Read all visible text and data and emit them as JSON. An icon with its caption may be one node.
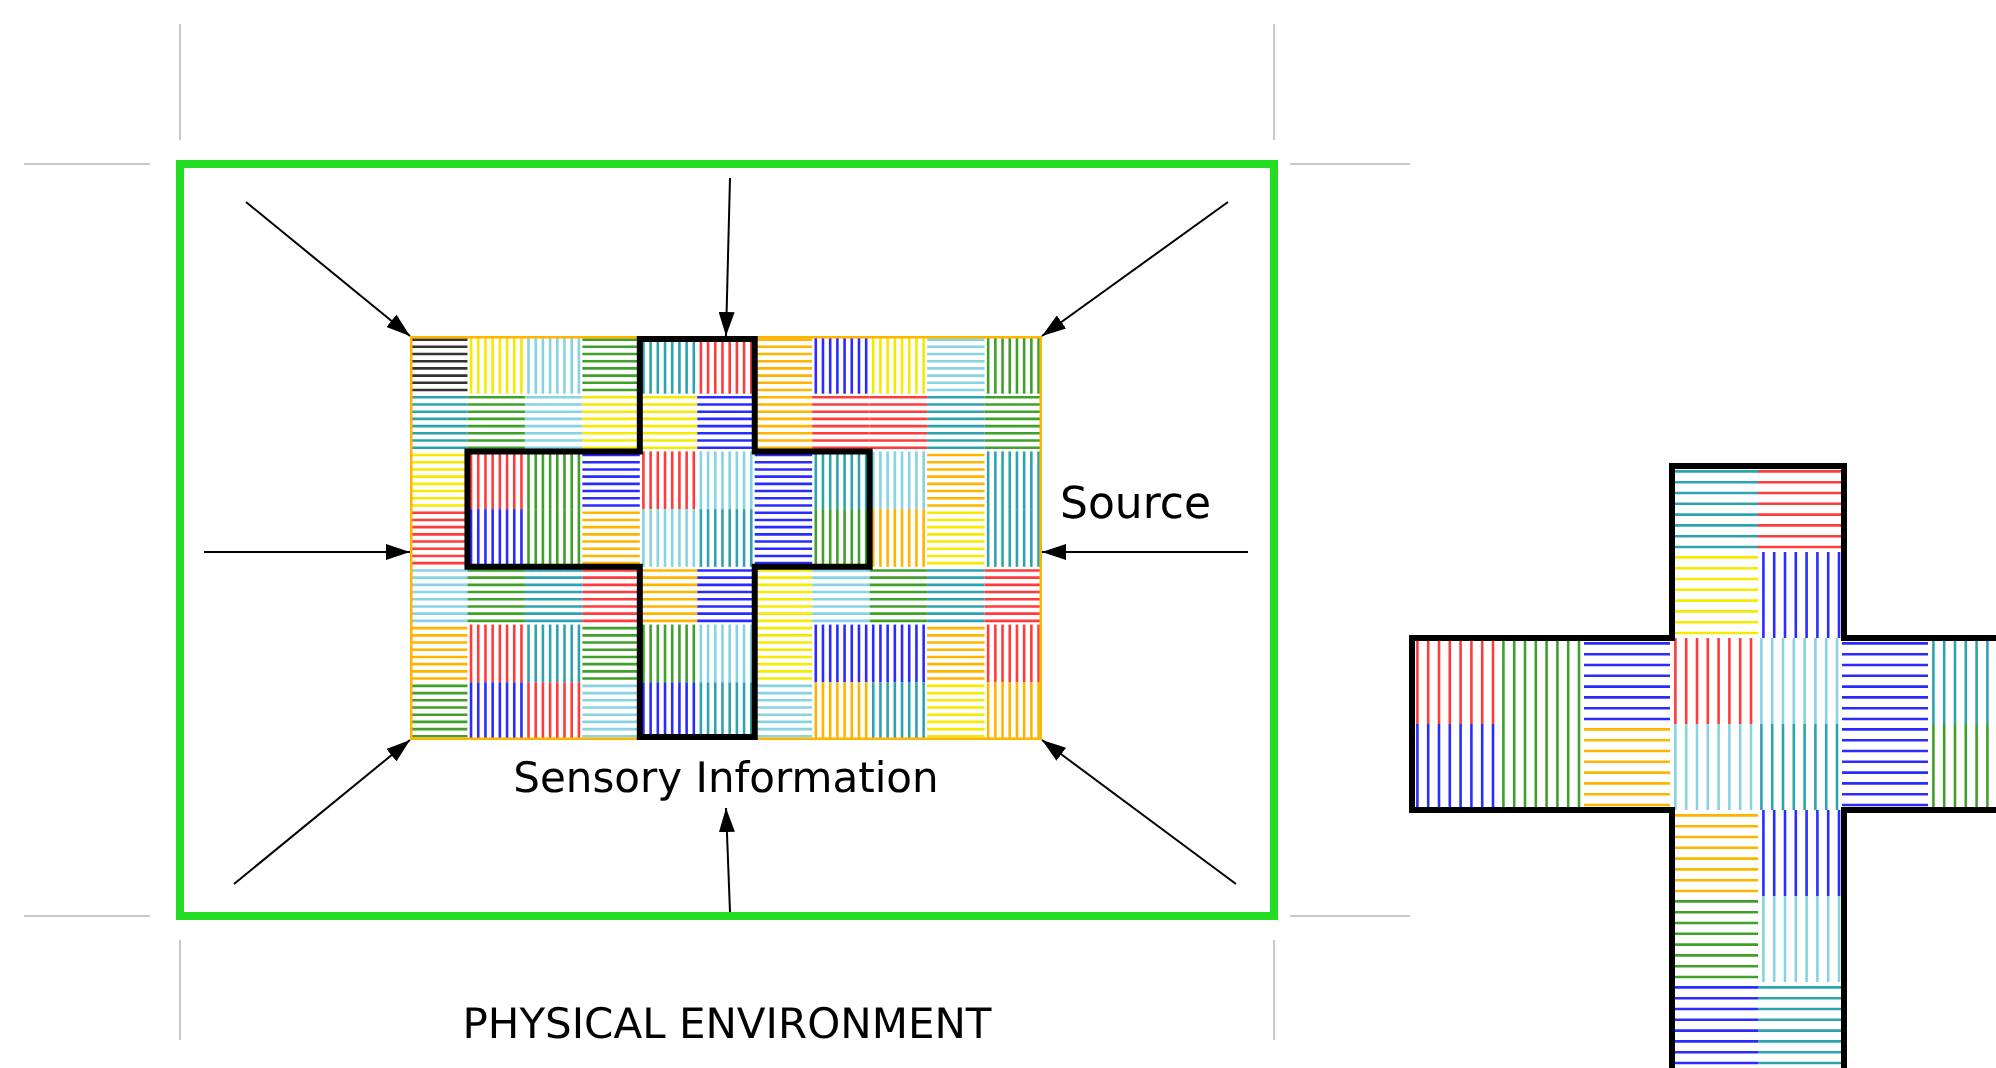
{
  "diagram": {
    "nodes": [
      {
        "text": [
          "PHYSICAL ENVIRONMENT"
        ]
      },
      {
        "text": [],
        "shape": "picture",
        "in": 0,
        "beside": [
          "Sensory Information"
        ]
      },
      {
        "text": [],
        "shape": "picture"
      }
    ],
    "edges": [
      {
        "from": null,
        "to": 1,
        "arrow": "to"
      },
      {
        "from": null,
        "to": 1,
        "arrow": "to"
      },
      {
        "from": null,
        "to": 1,
        "arrow": "to"
      },
      {
        "from": null,
        "to": 1,
        "arrow": "to"
      },
      {
        "from": null,
        "to": 1,
        "arrow": "to"
      },
      {
        "from": null,
        "to": 1,
        "arrow": "to"
      },
      {
        "from": null,
        "to": 1,
        "arrow": "to"
      },
      {
        "from": null,
        "to": 1,
        "arrow": "to"
      }
    ],
    "labels": [
      "Source"
    ]
  }
}
